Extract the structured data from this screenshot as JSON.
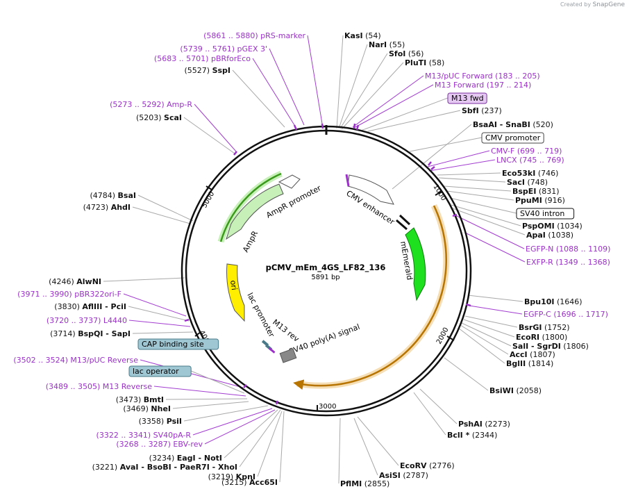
{
  "credit": {
    "prefix": "Created by",
    "brand": "SnapGene"
  },
  "plasmid": {
    "name": "pCMV_mEm_4GS_LF82_136",
    "length_label": "5891 bp"
  },
  "colors": {
    "feature_label": "#9b30c9",
    "line": "#a8a8a8",
    "primer_line": "#a23cd0",
    "orange": "#d98a1a",
    "orange_fill": "#f5deb5",
    "ampr": "#c6f0b8",
    "green": "#14d614",
    "ori": "#ffee00",
    "promoter_box": "#7aa8b8"
  },
  "ticks": [
    "1000",
    "2000",
    "3000",
    "4000",
    "5000"
  ],
  "inner_labels": {
    "cmv": "CMV enhancer",
    "memerald": "mEmerald",
    "ampr_promoter": "AmpR promoter",
    "ampr": "AmpR",
    "ori": "ori",
    "lac": "lac promoter",
    "m13rev": "M13 rev",
    "sv40": "SV40 poly(A) signal"
  },
  "right_labels": [
    {
      "name": "KasI",
      "pos": "(54)",
      "style": "enzyme"
    },
    {
      "name": "NarI",
      "pos": "(55)",
      "style": "enzyme"
    },
    {
      "name": "SfoI",
      "pos": "(56)",
      "style": "enzyme"
    },
    {
      "name": "PluTI",
      "pos": "(58)",
      "style": "enzyme"
    },
    {
      "name": "M13/pUC Forward",
      "pos": "(183 .. 205)",
      "style": "primer"
    },
    {
      "name": "M13 Forward",
      "pos": "(197 .. 214)",
      "style": "primer"
    },
    {
      "name": "M13 fwd",
      "pos": "",
      "style": "boxpurple"
    },
    {
      "name": "SbfI",
      "pos": "(237)",
      "style": "enzyme"
    },
    {
      "name": "BsaAI  -  SnaBI",
      "pos": "(520)",
      "style": "enzyme"
    },
    {
      "name": "CMV promoter",
      "pos": "",
      "style": "boxwhite"
    },
    {
      "name": "CMV-F",
      "pos": "(699 .. 719)",
      "style": "primer"
    },
    {
      "name": "LNCX",
      "pos": "(745 .. 769)",
      "style": "primer"
    },
    {
      "name": "Eco53kI",
      "pos": "(746)",
      "style": "enzyme"
    },
    {
      "name": "SacI",
      "pos": "(748)",
      "style": "enzyme"
    },
    {
      "name": "BspEI",
      "pos": "(831)",
      "style": "enzyme"
    },
    {
      "name": "PpuMI",
      "pos": "(916)",
      "style": "enzyme"
    },
    {
      "name": "SV40 intron",
      "pos": "",
      "style": "boxwhite2"
    },
    {
      "name": "PspOMI",
      "pos": "(1034)",
      "style": "enzyme"
    },
    {
      "name": "ApaI",
      "pos": "(1038)",
      "style": "enzyme"
    },
    {
      "name": "EGFP-N",
      "pos": "(1088 .. 1109)",
      "style": "primer"
    },
    {
      "name": "EXFP-R",
      "pos": "(1349 .. 1368)",
      "style": "primer"
    },
    {
      "name": "Bpu10I",
      "pos": "(1646)",
      "style": "enzyme"
    },
    {
      "name": "EGFP-C",
      "pos": "(1696 .. 1717)",
      "style": "primer"
    },
    {
      "name": "BsrGI",
      "pos": "(1752)",
      "style": "enzyme"
    },
    {
      "name": "EcoRI",
      "pos": "(1800)",
      "style": "enzyme"
    },
    {
      "name": "SalI  -  SgrDI",
      "pos": "(1806)",
      "style": "enzyme"
    },
    {
      "name": "AccI",
      "pos": "(1807)",
      "style": "enzyme"
    },
    {
      "name": "BglII",
      "pos": "(1814)",
      "style": "enzyme"
    },
    {
      "name": "BsiWI",
      "pos": "(2058)",
      "style": "enzyme"
    },
    {
      "name": "PshAI",
      "pos": "(2273)",
      "style": "enzyme"
    },
    {
      "name": "BclI *",
      "pos": "(2344)",
      "style": "enzyme"
    },
    {
      "name": "EcoRV",
      "pos": "(2776)",
      "style": "enzyme"
    },
    {
      "name": "AsiSI",
      "pos": "(2787)",
      "style": "enzyme"
    },
    {
      "name": "PflMI",
      "pos": "(2855)",
      "style": "enzyme"
    }
  ],
  "left_labels": [
    {
      "name": "pRS-marker",
      "pos": "(5861 .. 5880)",
      "style": "primer"
    },
    {
      "name": "pGEX 3'",
      "pos": "(5739 .. 5761)",
      "style": "primer"
    },
    {
      "name": "pBRforEco",
      "pos": "(5683 .. 5701)",
      "style": "primer"
    },
    {
      "name": "SspI",
      "pos": "(5527)",
      "style": "enzyme"
    },
    {
      "name": "Amp-R",
      "pos": "(5273 .. 5292)",
      "style": "primer"
    },
    {
      "name": "ScaI",
      "pos": "(5203)",
      "style": "enzyme"
    },
    {
      "name": "BsaI",
      "pos": "(4784)",
      "style": "enzyme"
    },
    {
      "name": "AhdI",
      "pos": "(4723)",
      "style": "enzyme"
    },
    {
      "name": "AlwNI",
      "pos": "(4246)",
      "style": "enzyme"
    },
    {
      "name": "pBR322ori-F",
      "pos": "(3971 .. 3990)",
      "style": "primer"
    },
    {
      "name": "AflIII  -  PciI",
      "pos": "(3830)",
      "style": "enzyme"
    },
    {
      "name": "L4440",
      "pos": "(3720 .. 3737)",
      "style": "primer"
    },
    {
      "name": "BspQI  -  SapI",
      "pos": "(3714)",
      "style": "enzyme"
    },
    {
      "name": "CAP binding site",
      "pos": "",
      "style": "boxblue"
    },
    {
      "name": "M13/pUC Reverse",
      "pos": "(3502 .. 3524)",
      "style": "primer"
    },
    {
      "name": "lac operator",
      "pos": "",
      "style": "boxblue"
    },
    {
      "name": "M13 Reverse",
      "pos": "(3489 .. 3505)",
      "style": "primer"
    },
    {
      "name": "BmtI",
      "pos": "(3473)",
      "style": "enzyme"
    },
    {
      "name": "NheI",
      "pos": "(3469)",
      "style": "enzyme"
    },
    {
      "name": "PsiI",
      "pos": "(3358)",
      "style": "enzyme"
    },
    {
      "name": "SV40pA-R",
      "pos": "(3322 .. 3341)",
      "style": "primer"
    },
    {
      "name": "EBV-rev",
      "pos": "(3268 .. 3287)",
      "style": "primer"
    },
    {
      "name": "EagI  -  NotI",
      "pos": "(3234)",
      "style": "enzyme"
    },
    {
      "name": "AvaI  -  BsoBI  -  PaeR7I  -  XhoI",
      "pos": "(3221)",
      "style": "enzyme"
    },
    {
      "name": "KpnI",
      "pos": "(3219)",
      "style": "enzyme"
    },
    {
      "name": "Acc65I",
      "pos": "(3215)",
      "style": "enzyme"
    }
  ]
}
